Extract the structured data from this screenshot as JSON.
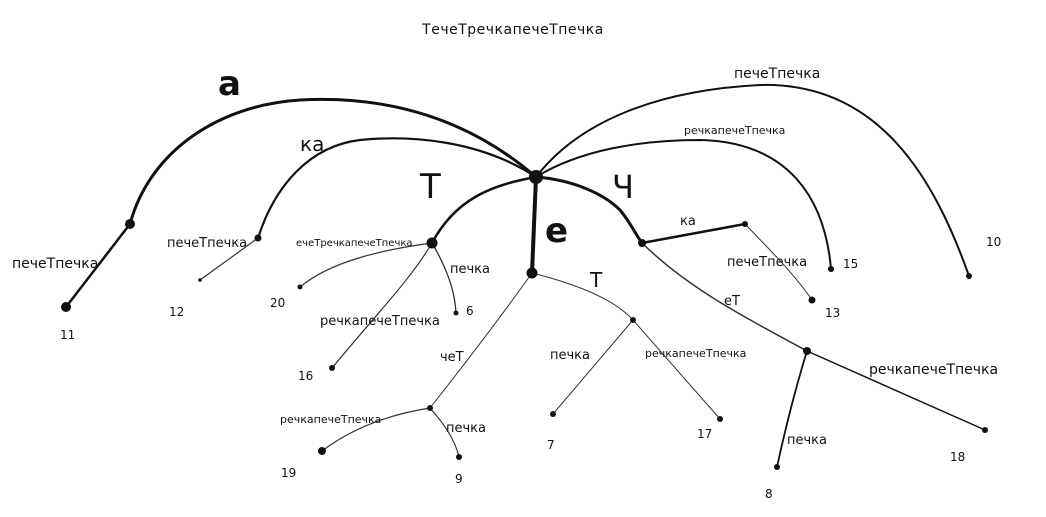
{
  "title": "ТечеТречкапечеТпечка",
  "edges": {
    "a": "a",
    "ka_top": "ка",
    "T_big": "Т",
    "e_big": "е",
    "ch_big": "Ч",
    "ka_mid": "ка",
    "eT": "еТ",
    "T_small": "Т",
    "cheT": "чеТ",
    "pecheTpechka_left": "печеТпечка",
    "pecheTpechka_12": "печеТпечка",
    "echeTrechkapecheTpechka": "ечеТречкапечеТпечка",
    "pechka_6": "печка",
    "rechkapecheTpechka_16": "речкапечеТпечка",
    "pecheTpechka_top": "печеТпечка",
    "rechkapecheTpechka_top": "речкапечеТпечка",
    "pecheTpechka_13": "печеТпечка",
    "rechkapecheTpechka_18": "речкапечеТпечка",
    "pechka_8": "печка",
    "pechka_7": "печка",
    "rechkapecheTpechka_17": "речкапечеТпечка",
    "rechkapecheTpechka_19": "речкапечеТпечка",
    "pechka_9": "печка"
  },
  "leaves": {
    "l11": "11",
    "l12": "12",
    "l20": "20",
    "l6": "6",
    "l16": "16",
    "l19": "19",
    "l9": "9",
    "l7": "7",
    "l17": "17",
    "l8": "8",
    "l18": "18",
    "l13": "13",
    "l15": "15",
    "l10": "10"
  }
}
